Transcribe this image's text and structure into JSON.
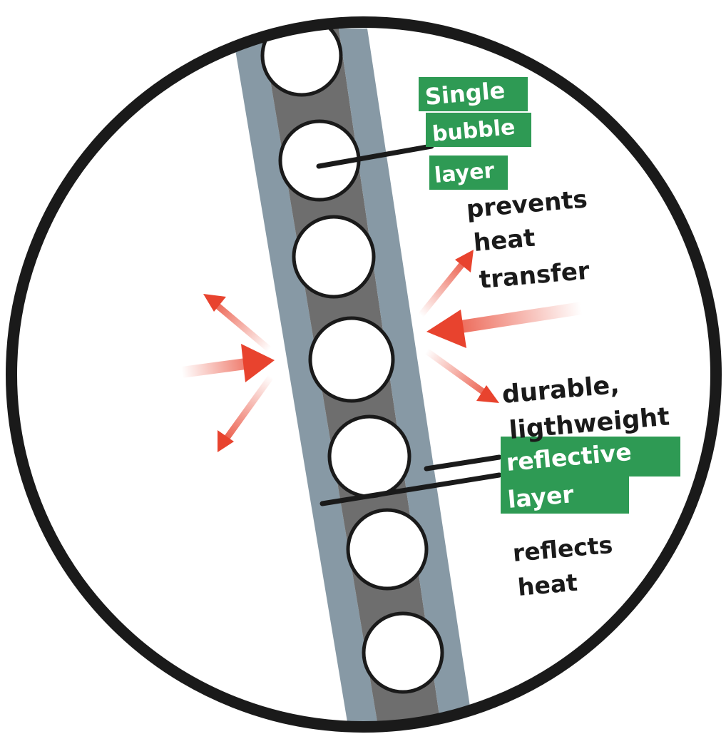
{
  "labels": {
    "bubble_tag": [
      "Single",
      "bubble",
      "layer"
    ],
    "bubble_desc": [
      "prevents",
      "heat",
      "transfer"
    ],
    "durable_desc": [
      "durable,",
      "ligthweight"
    ],
    "reflective_tag": [
      "reflective",
      "layer"
    ],
    "reflective_desc": [
      "reflects",
      "heat"
    ]
  },
  "colors": {
    "tag_green": "#2e9a54",
    "foil": "#8799a5",
    "bubble_core": "#6e6e6e",
    "arrow": "#e8432e",
    "outline": "#1a1a1a"
  },
  "icons": {
    "frame": "circle-frame",
    "arrows": "heat-arrow-icon"
  }
}
